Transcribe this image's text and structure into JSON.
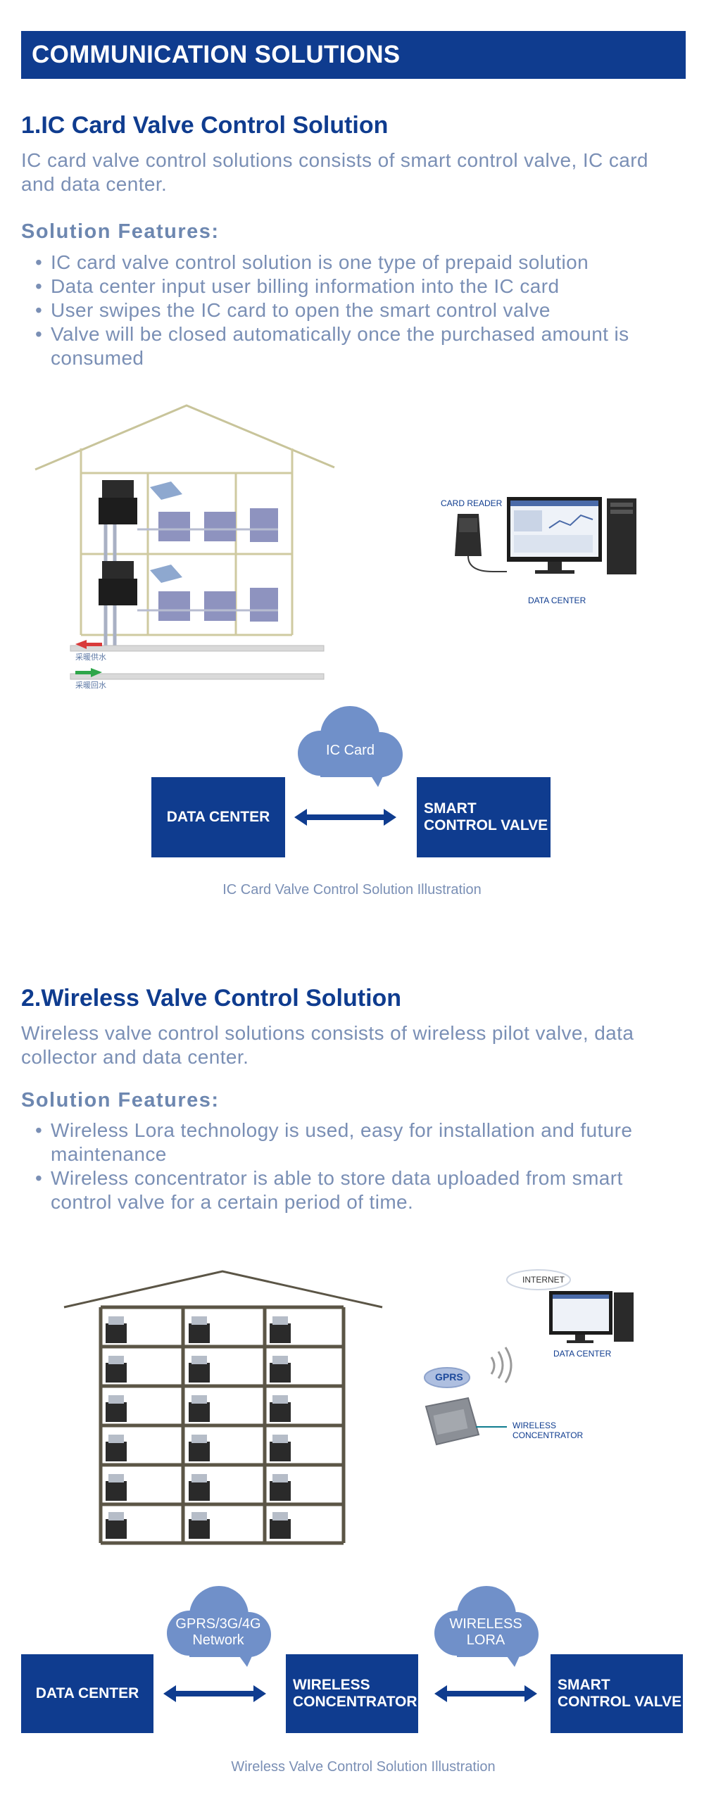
{
  "banner": {
    "title": "COMMUNICATION SOLUTIONS"
  },
  "section1": {
    "heading": "1.IC Card Valve Control Solution",
    "intro": "IC card valve control solutions consists of smart control valve, IC card and data center.",
    "features_title": "Solution Features:",
    "features": [
      "IC card valve control solution is one type of prepaid solution",
      "Data center input user billing information into the IC card",
      "User swipes the IC card to open the smart control valve",
      "Valve will be closed automatically once the purchased amount is consumed"
    ],
    "illustration": {
      "card_reader_label": "CARD READER",
      "data_center_label": "DATA CENTER",
      "pipe_label_supply": "采暖供水",
      "pipe_label_return": "采暖回水"
    },
    "diagram": {
      "box_left": "DATA CENTER",
      "cloud": "IC Card",
      "box_right": "SMART CONTROL VALVE"
    },
    "caption": "IC Card Valve Control Solution Illustration"
  },
  "section2": {
    "heading": "2.Wireless Valve Control Solution",
    "intro": "Wireless valve control solutions consists of wireless pilot valve, data collector and data center.",
    "features_title": "Solution Features:",
    "features": [
      "Wireless Lora technology is used, easy for installation and future maintenance",
      "Wireless concentrator is able to store data uploaded from smart control valve for a certain period of time."
    ],
    "illustration": {
      "internet_label": "INTERNET",
      "data_center_label": "DATA CENTER",
      "gprs_label": "GPRS",
      "concentrator_label": "WIRELESS CONCENTRATOR"
    },
    "diagram": {
      "box_left": "DATA CENTER",
      "cloud_left": "GPRS/3G/4G Network",
      "box_middle": "WIRELESS CONCENTRATOR",
      "cloud_right": "WIRELESS LORA",
      "box_right": "SMART CONTROL VALVE"
    },
    "caption": "Wireless Valve Control Solution Illustration"
  },
  "colors": {
    "brand_blue": "#0f3c8f",
    "text_blue_grey": "#7a8fb5",
    "cloud_blue": "#7090c9"
  }
}
